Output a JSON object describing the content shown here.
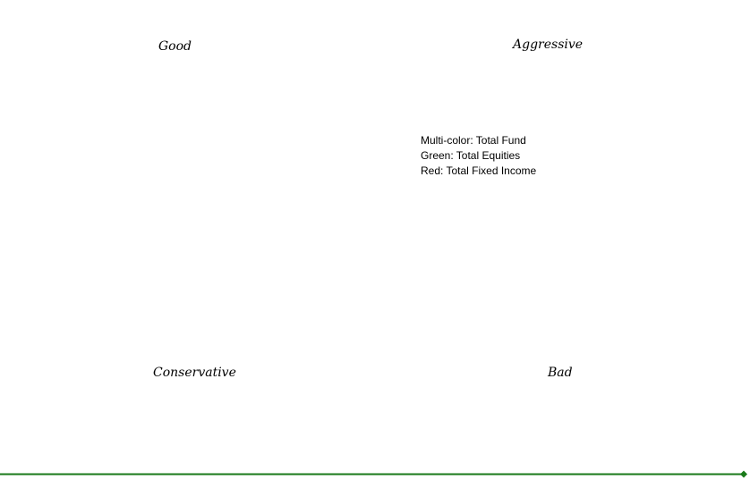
{
  "chart_data": {
    "type": "scatter",
    "title": "",
    "xlabel": "",
    "ylabel": "",
    "series": [],
    "quadrant_labels": {
      "top_left": "Good",
      "top_right": "Aggressive",
      "bottom_left": "Conservative",
      "bottom_right": "Bad"
    },
    "legend": [
      "Multi-color: Total Fund",
      "Green: Total Equities",
      "Red: Total Fixed Income"
    ],
    "axis_color": "#1a7a1a",
    "grid": false
  }
}
